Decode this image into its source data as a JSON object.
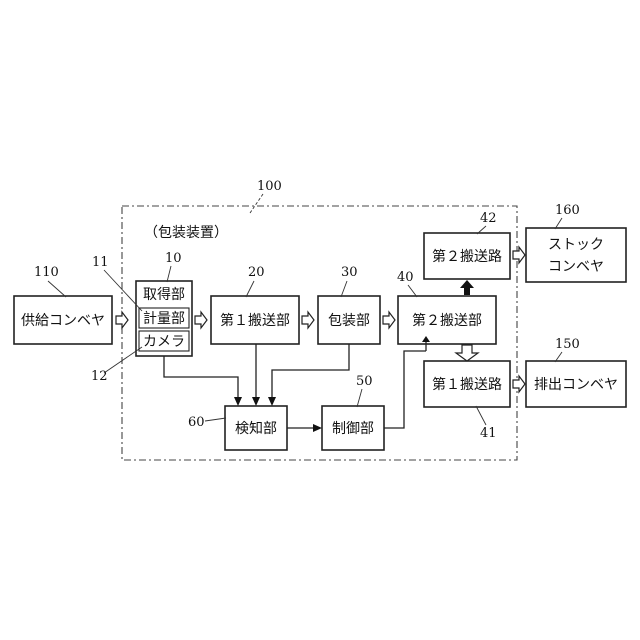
{
  "title": "（包装装置）",
  "blocks": {
    "supply_conveyor": "供給コンベヤ",
    "acquisition_unit": "取得部",
    "weighing_unit": "計量部",
    "camera": "カメラ",
    "first_conveyor_unit": "第１搬送部",
    "packaging_unit": "包装部",
    "second_conveyor_unit": "第２搬送部",
    "second_path": "第２搬送路",
    "first_path": "第１搬送路",
    "stock_conveyor_line1": "ストック",
    "stock_conveyor_line2": "コンベヤ",
    "discharge_conveyor": "排出コンベヤ",
    "detection_unit": "検知部",
    "control_unit": "制御部"
  },
  "refs": {
    "apparatus": "100",
    "supply_conveyor": "110",
    "acquisition_unit": "10",
    "weighing_unit": "11",
    "camera": "12",
    "first_conveyor_unit": "20",
    "packaging_unit": "30",
    "second_conveyor_unit": "40",
    "second_path": "42",
    "first_path": "41",
    "stock_conveyor": "160",
    "discharge_conveyor": "150",
    "detection_unit": "60",
    "control_unit": "50"
  }
}
